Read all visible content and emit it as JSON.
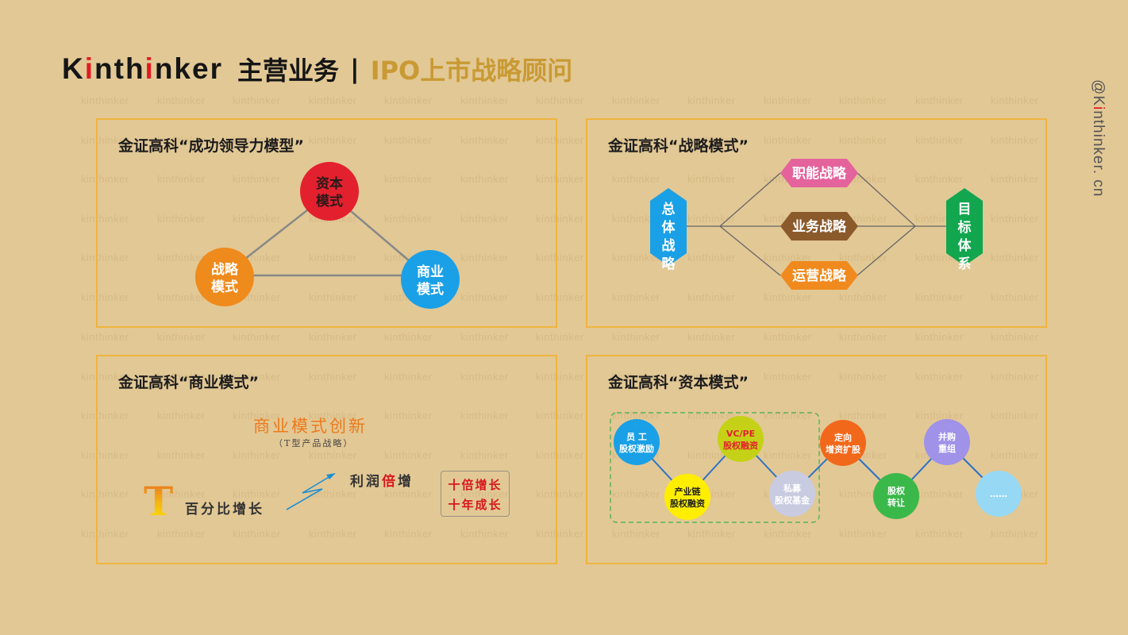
{
  "header": {
    "brand_pre": "K",
    "brand_i": "i",
    "brand_mid": "nth",
    "brand_i2": "i",
    "brand_post": "nker",
    "main_title": "主营业务",
    "separator": "|",
    "sub_title": "IPO上市战略顾问"
  },
  "side_text": {
    "pre": "@K",
    "i": "i",
    "post": "nthinker. cn"
  },
  "watermark_text": "kinthinker",
  "panels": {
    "leadership": {
      "title": "金证高科“成功领导力模型”",
      "nodes": [
        {
          "line1": "资本",
          "line2": "模式",
          "color": "#e3202e"
        },
        {
          "line1": "战略",
          "line2": "模式",
          "color": "#ef8a1c"
        },
        {
          "line1": "商业",
          "line2": "模式",
          "color": "#1aa0e6"
        }
      ]
    },
    "strategy": {
      "title": "金证高科“战略模式”",
      "left": {
        "chars": [
          "总",
          "体",
          "战",
          "略"
        ],
        "color": "#1aa0e6"
      },
      "right": {
        "chars": [
          "目",
          "标",
          "体",
          "系"
        ],
        "color": "#12a64f"
      },
      "middle": [
        {
          "label": "职能战略",
          "color": "#e5639c"
        },
        {
          "label": "业务战略",
          "color": "#8b5a2b"
        },
        {
          "label": "运营战略",
          "color": "#f08a1e"
        }
      ]
    },
    "business": {
      "title": "金证高科“商业模式”",
      "headline": "商业模式创新",
      "subline": "（T型产品战略）",
      "t_letter": "T",
      "percent_growth": "百分比增长",
      "profit_pre": "利润",
      "profit_red": "倍",
      "profit_post": "增",
      "box_line1": "十倍增长",
      "box_line2": "十年成长"
    },
    "capital": {
      "title": "金证高科“资本模式”",
      "nodes": [
        {
          "line1": "员 工",
          "line2": "股权激励",
          "color": "#1aa0e6",
          "text_color": "#ffffff"
        },
        {
          "line1": "产业链",
          "line2": "股权融资",
          "color": "#ffee00",
          "text_color": "#222222"
        },
        {
          "line1": "VC/PE",
          "line2": "股权融资",
          "color": "#c5d116",
          "text_color": "#e3202e"
        },
        {
          "line1": "私募",
          "line2": "股权基金",
          "color": "#c9cbe0",
          "text_color": "#ffffff"
        },
        {
          "line1": "定向",
          "line2": "增资扩股",
          "color": "#f2681a",
          "text_color": "#ffffff"
        },
        {
          "line1": "股权",
          "line2": "转让",
          "color": "#3bb84a",
          "text_color": "#ffffff"
        },
        {
          "line1": "并购",
          "line2": "重组",
          "color": "#9f92e8",
          "text_color": "#ffffff"
        },
        {
          "line1": "……",
          "line2": "",
          "color": "#97d8f5",
          "text_color": "#ffffff"
        }
      ]
    }
  }
}
